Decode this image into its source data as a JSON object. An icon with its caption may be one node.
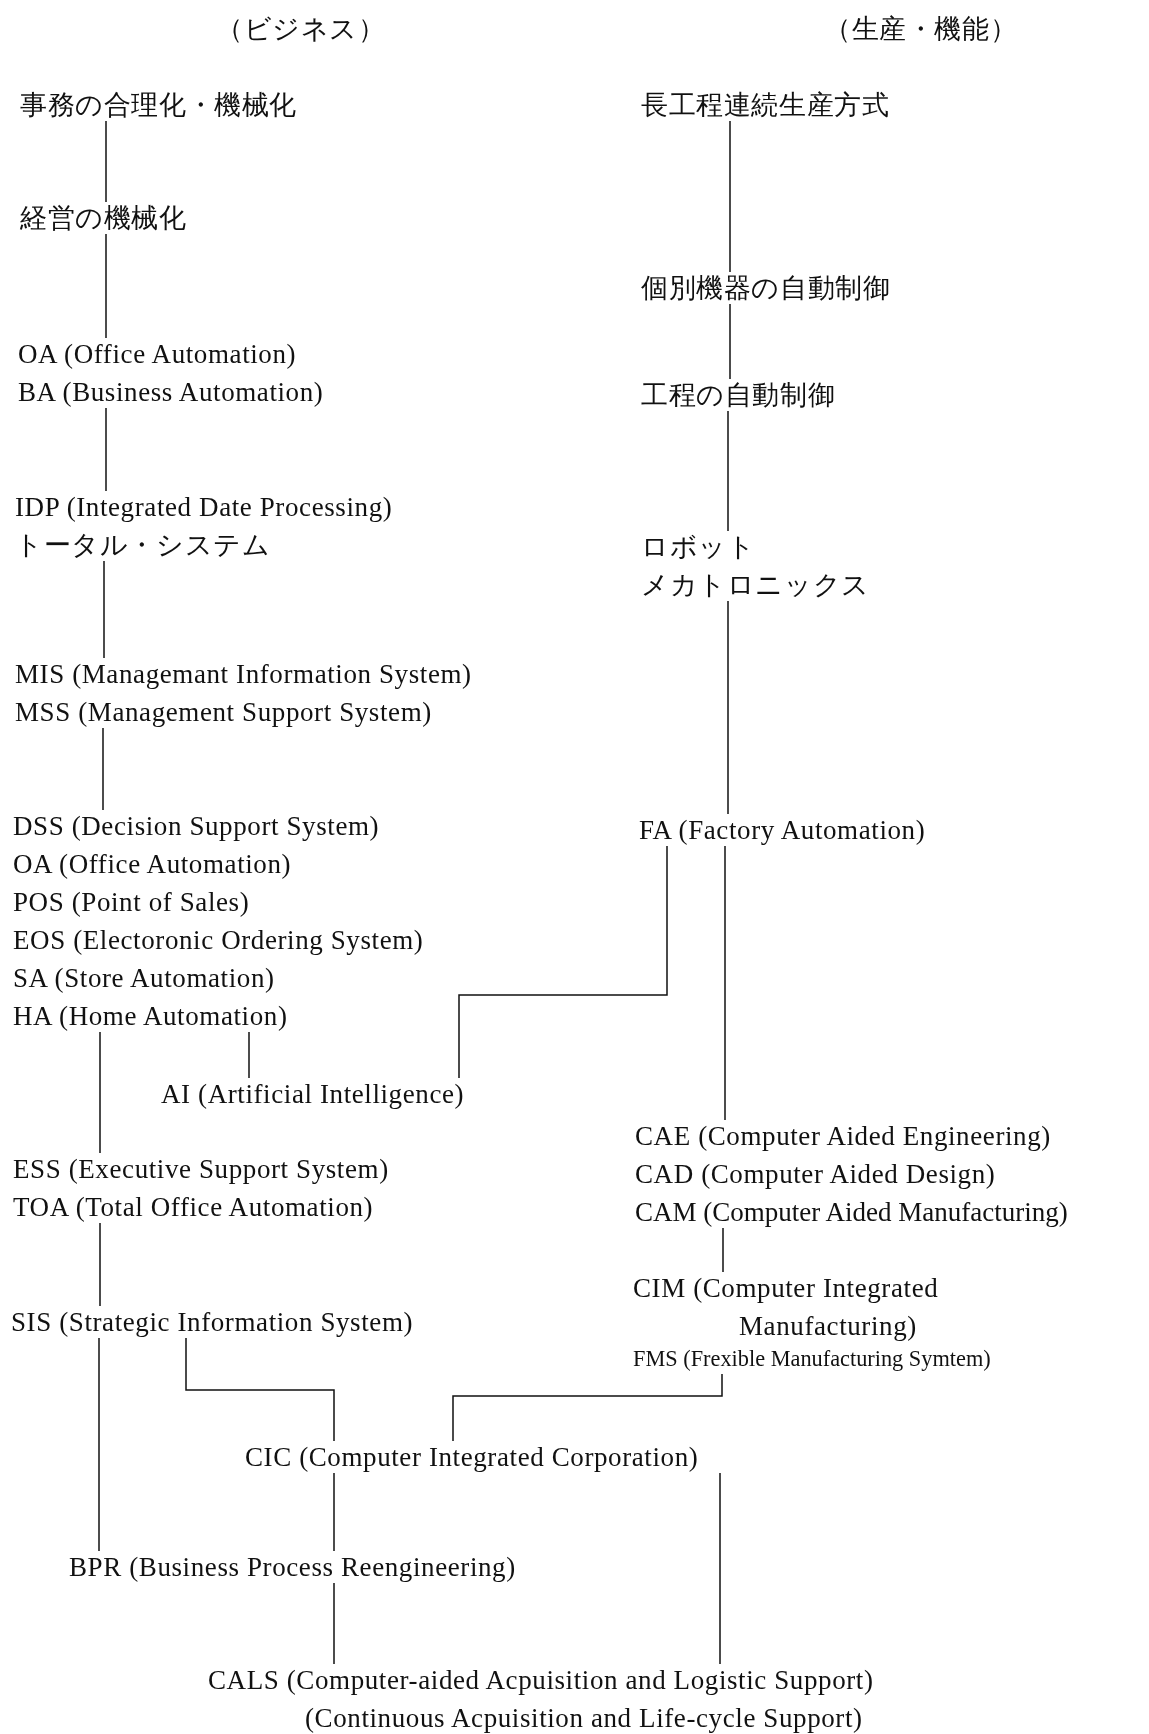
{
  "diagram": {
    "nodes": [
      {
        "text": [
          "事務の合理化・機械化"
        ]
      },
      {
        "text": [
          "経営の機械化"
        ]
      },
      {
        "text": [
          "OA (Office Automation)",
          "BA (Business Automation)"
        ]
      },
      {
        "text": [
          "IDP (Integrated Date Processing)",
          "トータル・システム"
        ]
      },
      {
        "text": [
          "MIS (Managemant Information System)",
          "MSS (Management Support System)"
        ]
      },
      {
        "text": [
          "DSS (Decision Support System)",
          "OA (Office Automation)",
          "POS (Point of Sales)",
          "EOS (Electoronic Ordering System)",
          "SA (Store Automation)",
          "HA (Home Automation)"
        ]
      },
      {
        "text": [
          "AI (Artificial Intelligence)"
        ]
      },
      {
        "text": [
          "ESS (Executive Support System)",
          "TOA (Total Office Automation)"
        ]
      },
      {
        "text": [
          "SIS (Strategic Information System)"
        ]
      },
      {
        "text": [
          "CIC (Computer Integrated Corporation)"
        ]
      },
      {
        "text": [
          "BPR (Business Process Reengineering)"
        ]
      },
      {
        "text": [
          "CALS (Computer-aided Acpuisition and Logistic Support)",
          "(Continuous Acpuisition and Life-cycle Support)"
        ]
      },
      {
        "text": [
          "長工程連続生産方式"
        ]
      },
      {
        "text": [
          "個別機器の自動制御"
        ]
      },
      {
        "text": [
          "工程の自動制御"
        ]
      },
      {
        "text": [
          "ロボット",
          "メカトロニックス"
        ]
      },
      {
        "text": [
          "FA (Factory Automation)"
        ]
      },
      {
        "text": [
          "CAE (Computer Aided Engineering)",
          "CAD (Computer Aided Design)",
          "CAM (Computer Aided Manufacturing)"
        ]
      },
      {
        "text": [
          "CIM (Computer Integrated Manufacturing)",
          "FMS (Frexible Manufacturing Symtem)"
        ]
      }
    ],
    "edges": [
      {
        "from": 0,
        "to": 1,
        "arrow": "none"
      },
      {
        "from": 1,
        "to": 2,
        "arrow": "none"
      },
      {
        "from": 2,
        "to": 3,
        "arrow": "none"
      },
      {
        "from": 3,
        "to": 4,
        "arrow": "none"
      },
      {
        "from": 4,
        "to": 5,
        "arrow": "none"
      },
      {
        "from": 5,
        "to": 6,
        "arrow": "none"
      },
      {
        "from": 16,
        "to": 6,
        "arrow": "none"
      },
      {
        "from": 5,
        "to": 7,
        "arrow": "none"
      },
      {
        "from": 7,
        "to": 8,
        "arrow": "none"
      },
      {
        "from": 8,
        "to": 10,
        "arrow": "none"
      },
      {
        "from": 8,
        "to": 9,
        "arrow": "none"
      },
      {
        "from": 9,
        "to": 10,
        "arrow": "none"
      },
      {
        "from": 10,
        "to": 11,
        "arrow": "none"
      },
      {
        "from": 9,
        "to": 11,
        "arrow": "none"
      },
      {
        "from": 12,
        "to": 13,
        "arrow": "none"
      },
      {
        "from": 13,
        "to": 14,
        "arrow": "none"
      },
      {
        "from": 14,
        "to": 15,
        "arrow": "none"
      },
      {
        "from": 15,
        "to": 16,
        "arrow": "none"
      },
      {
        "from": 16,
        "to": 17,
        "arrow": "none"
      },
      {
        "from": 17,
        "to": 18,
        "arrow": "none"
      },
      {
        "from": 18,
        "to": 9,
        "arrow": "none"
      }
    ],
    "labels": [
      "（ビジネス）",
      "（生産・機能）"
    ]
  }
}
